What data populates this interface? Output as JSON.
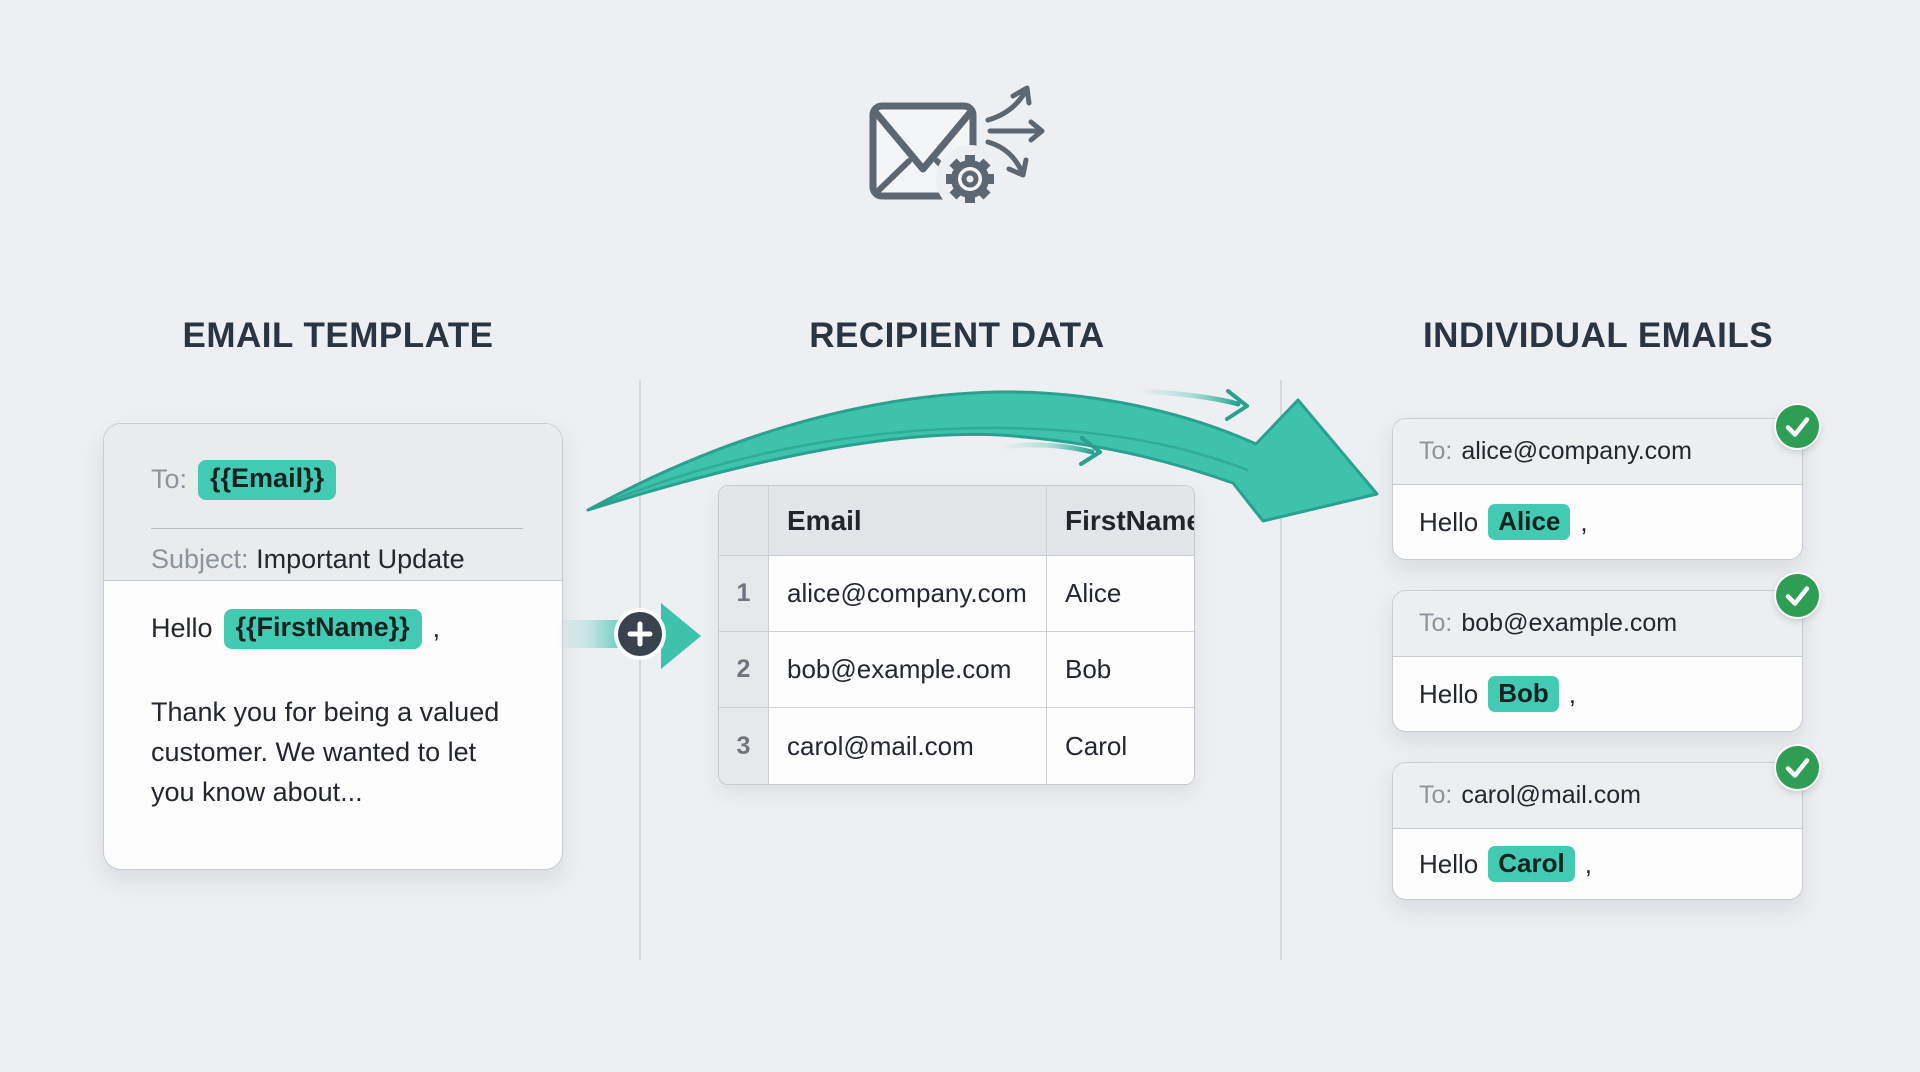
{
  "page": {
    "background": "#edeff2"
  },
  "icons": {
    "center": "mail-merge-icon",
    "plus": "plus-icon",
    "merge_arrow": "merge-arrow-icon",
    "check": "check-icon"
  },
  "colors": {
    "background": "#edeff2",
    "heading": "#2b3441",
    "teal_highlight": "#43cab3",
    "teal_arrow": "#3ec2ac",
    "teal_arrow_stroke": "#2aa18f",
    "green_check": "#2f9e55",
    "plus_circle": "#3a424d",
    "gray_label": "#8d949b",
    "dark_text": "#23272e"
  },
  "columns": {
    "template": {
      "title": "EMAIL TEMPLATE"
    },
    "recipients": {
      "title": "RECIPIENT DATA"
    },
    "outputs": {
      "title": "INDIVIDUAL EMAILS"
    }
  },
  "template_card": {
    "to_label": "To:",
    "to_value": "{{Email}}",
    "subject_label": "Subject:",
    "subject_value": "Important Update",
    "greeting_prefix": "Hello",
    "greeting_variable": "{{FirstName}}",
    "greeting_suffix": ",",
    "body_lines": [
      "Thank you for being a valued",
      "customer. We wanted to let",
      "you know about..."
    ]
  },
  "recipient_table": {
    "headers": [
      "Email",
      "FirstName"
    ],
    "rows": [
      {
        "num": "1",
        "email": "alice@company.com",
        "first_name": "Alice"
      },
      {
        "num": "2",
        "email": "bob@example.com",
        "first_name": "Bob"
      },
      {
        "num": "3",
        "email": "carol@mail.com",
        "first_name": "Carol"
      }
    ]
  },
  "emails": [
    {
      "to_label": "To:",
      "to": "alice@company.com",
      "greeting_prefix": "Hello",
      "name": "Alice",
      "greeting_suffix": ","
    },
    {
      "to_label": "To:",
      "to": "bob@example.com",
      "greeting_prefix": "Hello",
      "name": "Bob",
      "greeting_suffix": ","
    },
    {
      "to_label": "To:",
      "to": "carol@mail.com",
      "greeting_prefix": "Hello",
      "name": "Carol",
      "greeting_suffix": ","
    }
  ]
}
